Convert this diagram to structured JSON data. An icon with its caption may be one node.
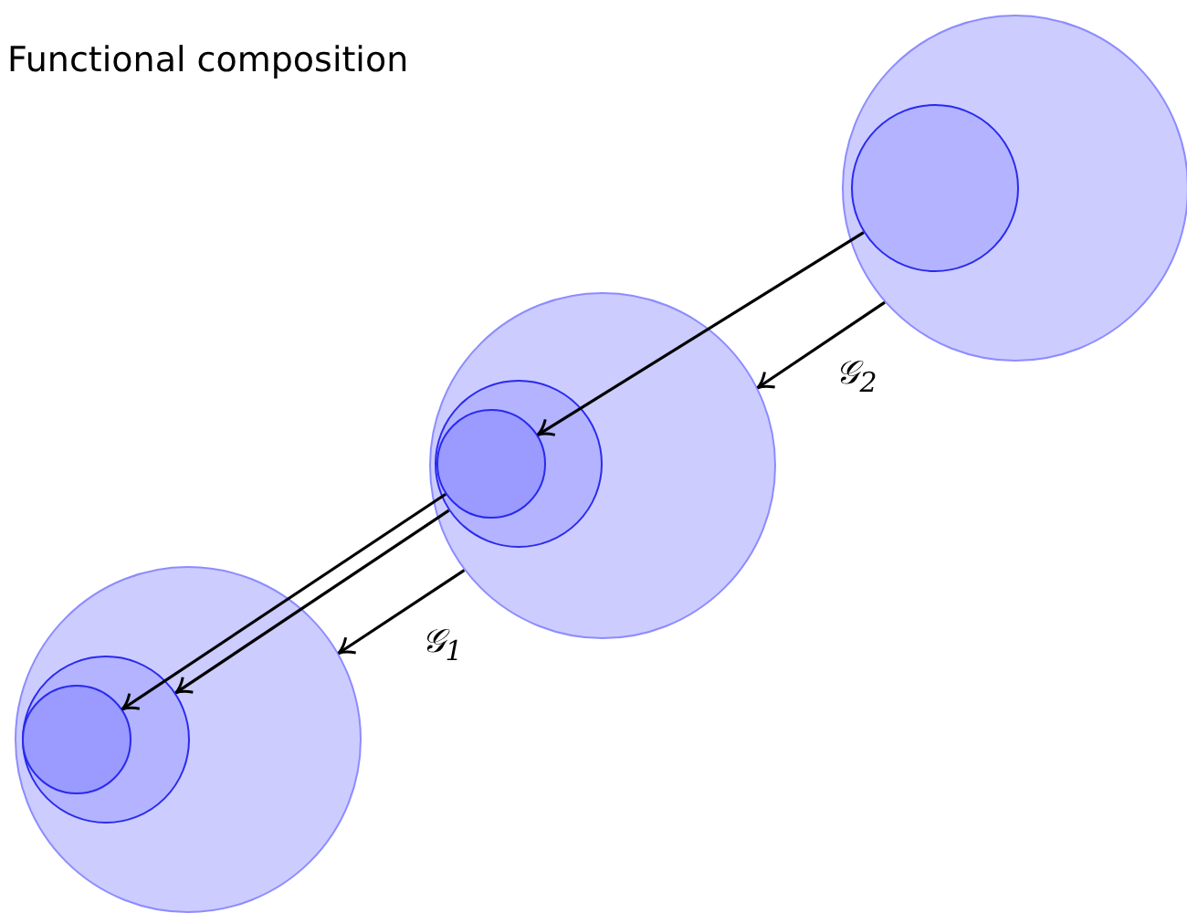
{
  "diagram": {
    "title": "Functional composition",
    "nodes": [
      {
        "text": [],
        "shape": "circle"
      },
      {
        "text": [],
        "shape": "circle",
        "in": 0
      },
      {
        "text": [],
        "shape": "circle"
      },
      {
        "text": [],
        "shape": "circle",
        "in": 2
      },
      {
        "text": [],
        "shape": "circle",
        "in": 3
      },
      {
        "text": [],
        "shape": "circle"
      },
      {
        "text": [],
        "shape": "circle",
        "in": 5
      },
      {
        "text": [],
        "shape": "circle",
        "in": 6
      }
    ],
    "edges": [
      {
        "from": 1,
        "to": 4,
        "arrow": "to"
      },
      {
        "from": 0,
        "to": 2,
        "arrow": "to",
        "label": "𝒢$_{2}$"
      },
      {
        "from": 4,
        "to": 7,
        "arrow": "to"
      },
      {
        "from": 3,
        "to": 6,
        "arrow": "to"
      },
      {
        "from": 2,
        "to": 5,
        "arrow": "to",
        "label": "𝒢$_{1}$"
      }
    ]
  }
}
